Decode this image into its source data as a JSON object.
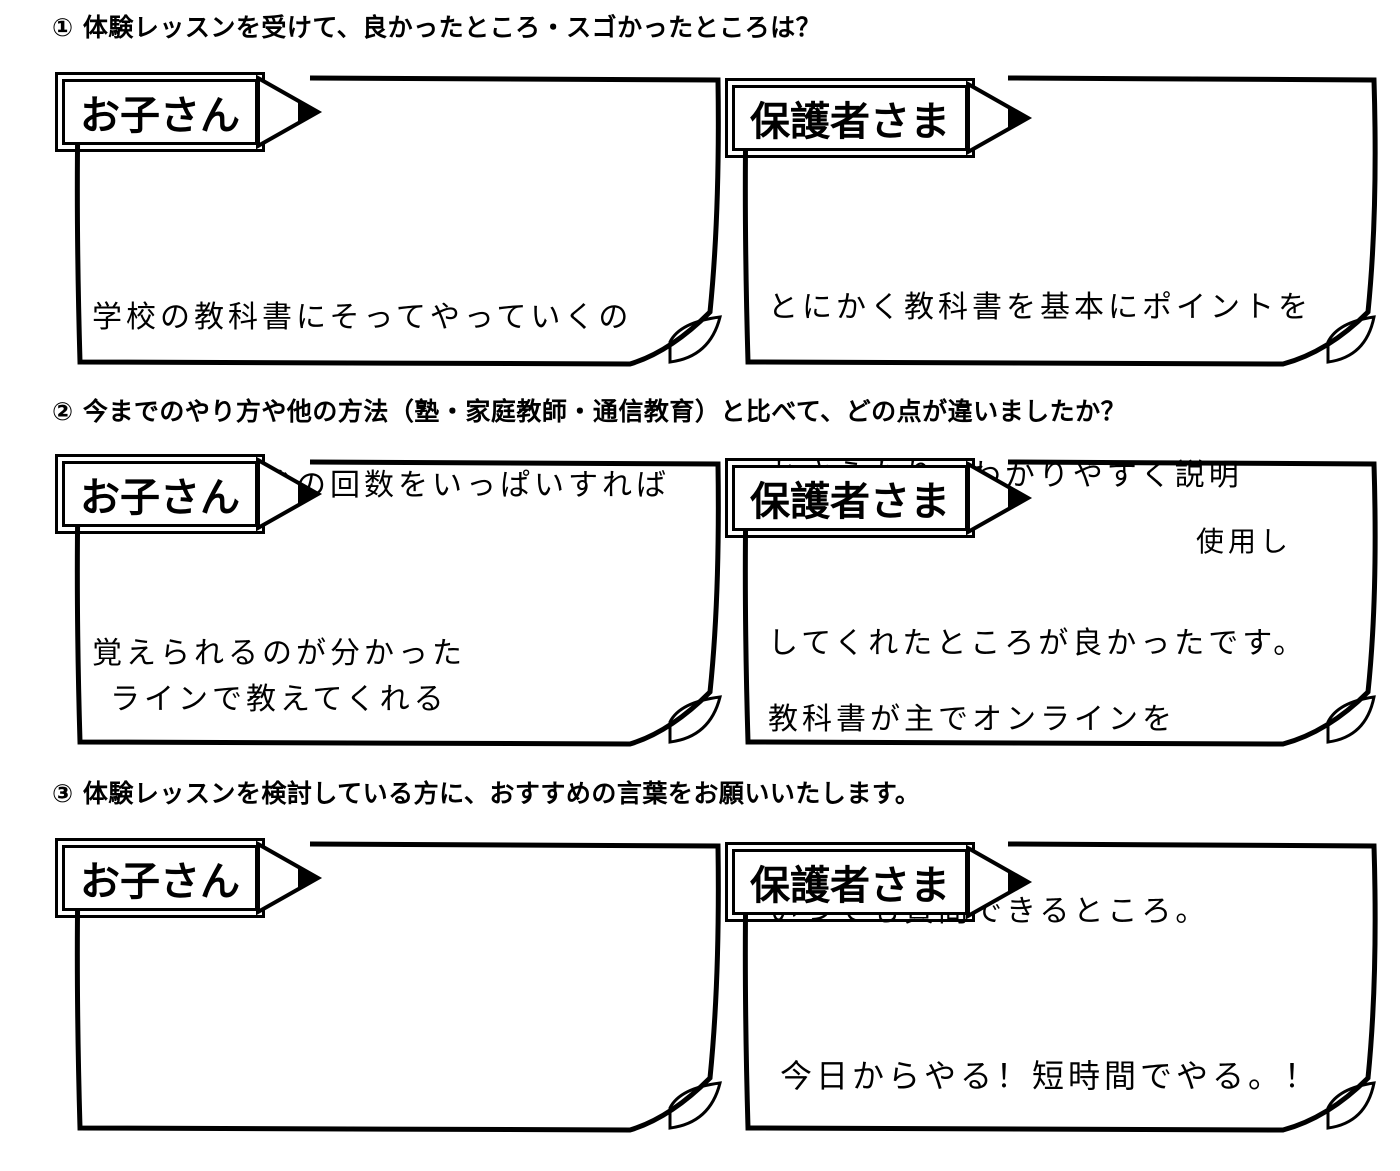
{
  "questions": [
    {
      "title": "① 体験レッスンを受けて、良かったところ・スゴかったところは？",
      "child": {
        "label": "お子さん",
        "lines": [
          "学校の教科書にそってやっていくの",
          "がいい。勉強の回数をいっぱいすれば",
          "覚えられるのが分かった"
        ]
      },
      "parent": {
        "label": "保護者さま",
        "lines": [
          "とにかく教科書を基本にポイントを",
          "おさえたり、わかりやすく説明",
          "してくれたところが良かったです。"
        ]
      }
    },
    {
      "title": "② 今までのやり方や他の方法（塾・家庭教師・通信教育）と比べて、どの点が違いましたか？",
      "child": {
        "label": "お子さん",
        "lines": [
          "ラインで教えてくれる"
        ]
      },
      "parent": {
        "label": "保護者さま",
        "annotation": "使用し",
        "lines": [
          "教科書が主でオンラインを",
          "いつでも質問できるところ。"
        ]
      }
    },
    {
      "title": "③ 体験レッスンを検討している方に、おすすめの言葉をお願いいたします。",
      "child": {
        "label": "お子さん",
        "lines": []
      },
      "parent": {
        "label": "保護者さま",
        "lines": [
          "今日からやる！短時間でやる。！"
        ]
      }
    }
  ]
}
